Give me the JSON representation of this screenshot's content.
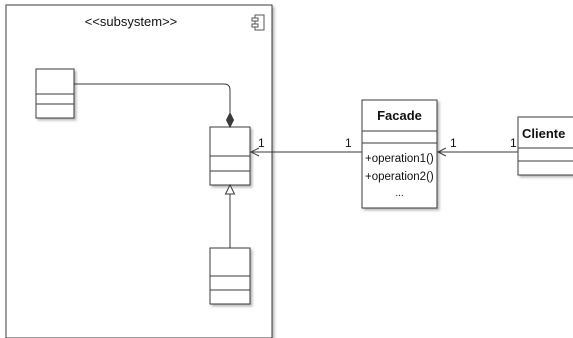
{
  "subsystem": {
    "stereotype": "<<subsystem>>",
    "icon": "component-icon"
  },
  "facade": {
    "name": "Facade",
    "operations": [
      "+operation1()",
      "+operation2()",
      "..."
    ]
  },
  "cliente": {
    "name": "Cliente"
  },
  "associations": {
    "facade_to_subsystem": {
      "source_multiplicity": "1",
      "target_multiplicity": "1"
    },
    "cliente_to_facade": {
      "source_multiplicity": "1",
      "target_multiplicity": "1"
    }
  },
  "colors": {
    "box_fill": "#ffffff",
    "stroke": "#3a3a3a",
    "shadow": "#b8b8b8",
    "text": "#111111"
  }
}
